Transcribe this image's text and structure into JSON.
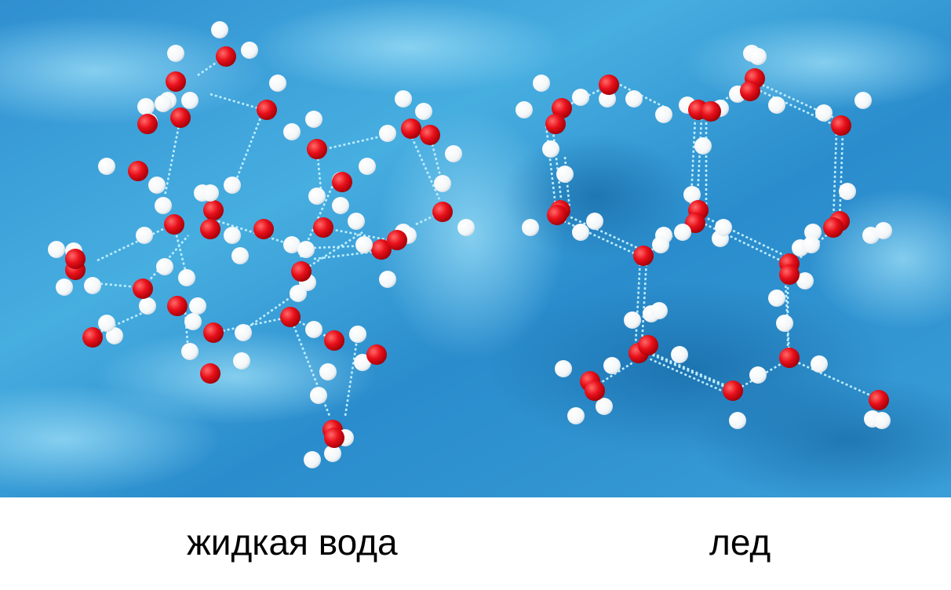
{
  "captions": {
    "liquid": "жидкая вода",
    "ice": "лед"
  },
  "colors": {
    "oxygen": "#e8101a",
    "hydrogen": "#ffffff",
    "hydrogen_bond": "#bfeeff",
    "background_light": "#4fb3e0",
    "background_dark": "#1e7fbf"
  },
  "panels": [
    {
      "name": "liquid-water-panel",
      "structure": "disordered"
    },
    {
      "name": "ice-panel",
      "structure": "hexagonal-lattice"
    }
  ]
}
